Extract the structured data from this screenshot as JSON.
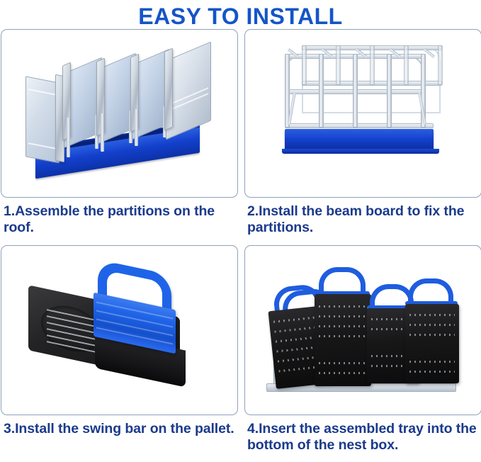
{
  "page": {
    "title": "EASY TO INSTALL",
    "title_color": "#1455c8",
    "caption_color": "#1b3a8c",
    "background": "#ffffff",
    "panel_border_color": "#8fa3b8",
    "accent_blue": "#1340cc",
    "handle_blue": "#1f64e8",
    "tray_black": "#171718",
    "metal_silver": "#cfd7e0"
  },
  "steps": [
    {
      "number": "1",
      "caption": "1.Assemble the partitions on the roof.",
      "image_name": "partitions-on-blue-base-photo",
      "image_alt": "Five stainless steel partition plates standing upright on a blue metal base rail"
    },
    {
      "number": "2",
      "caption": "2.Install the beam board to fix the partitions.",
      "image_name": "beam-board-frame-photo",
      "image_alt": "Assembled galvanized steel nest box frame with beam board across the top and blue base"
    },
    {
      "number": "3",
      "caption": "3.Install the swing bar on the pallet.",
      "image_name": "swing-bar-pallet-photo",
      "image_alt": "Black perforated plastic pallet tray with a blue plastic swing bar handle attached"
    },
    {
      "number": "4",
      "caption": "4.Insert the assembled tray into the bottom of the nest box.",
      "image_name": "trays-in-nest-box-photo",
      "image_alt": "Four black trays with blue handles inserted into the bottom of the metal nest box"
    }
  ]
}
